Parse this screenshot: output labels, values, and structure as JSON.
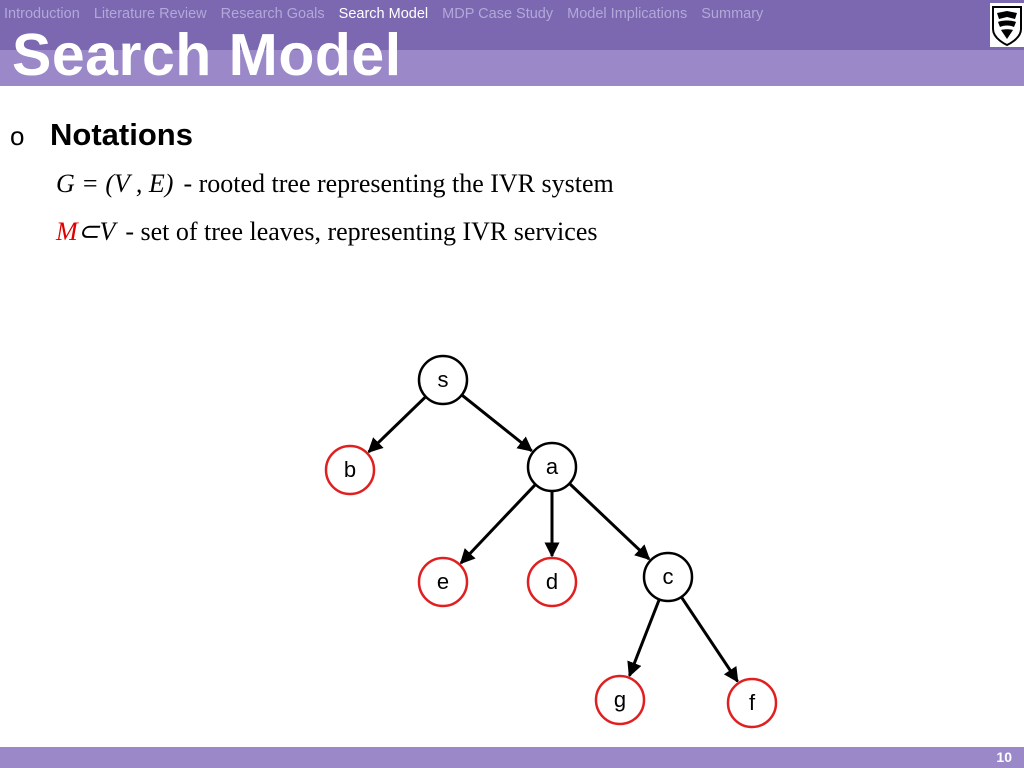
{
  "nav": {
    "items": [
      "Introduction",
      "Literature Review",
      "Research Goals",
      "Search  Model",
      "MDP  Case Study",
      "Model Implications",
      "Summary"
    ],
    "active_index": 3
  },
  "slide": {
    "title": "Search Model",
    "bullet": "o",
    "heading": "Notations",
    "line1": {
      "math": "G = (V , E)",
      "text": "- rooted tree representing the IVR system"
    },
    "line2": {
      "math_red": "M",
      "math": "⊂V",
      "text": "- set of tree leaves, representing IVR services"
    },
    "page": "10"
  },
  "tree": {
    "nodes": [
      {
        "id": "s",
        "label": "s",
        "color": "#000000"
      },
      {
        "id": "b",
        "label": "b",
        "color": "#e02020"
      },
      {
        "id": "a",
        "label": "a",
        "color": "#000000"
      },
      {
        "id": "e",
        "label": "e",
        "color": "#e02020"
      },
      {
        "id": "d",
        "label": "d",
        "color": "#e02020"
      },
      {
        "id": "c",
        "label": "c",
        "color": "#000000"
      },
      {
        "id": "g",
        "label": "g",
        "color": "#e02020"
      },
      {
        "id": "f",
        "label": "f",
        "color": "#e02020"
      }
    ],
    "edges": [
      [
        "s",
        "b"
      ],
      [
        "s",
        "a"
      ],
      [
        "a",
        "e"
      ],
      [
        "a",
        "d"
      ],
      [
        "a",
        "c"
      ],
      [
        "c",
        "g"
      ],
      [
        "c",
        "f"
      ]
    ]
  }
}
